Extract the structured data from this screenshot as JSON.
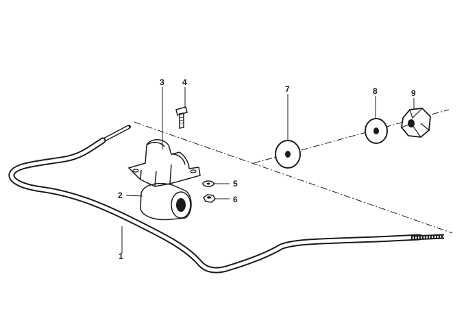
{
  "callouts": [
    {
      "id": "1",
      "label": "1"
    },
    {
      "id": "2",
      "label": "2"
    },
    {
      "id": "3",
      "label": "3"
    },
    {
      "id": "4",
      "label": "4"
    },
    {
      "id": "5",
      "label": "5"
    },
    {
      "id": "6",
      "label": "6"
    },
    {
      "id": "7",
      "label": "7"
    },
    {
      "id": "8",
      "label": "8"
    },
    {
      "id": "9",
      "label": "9"
    }
  ],
  "parts": [
    {
      "callout": "1",
      "icon": "stabilizer-bar-icon"
    },
    {
      "callout": "2",
      "icon": "rubber-bushing-icon"
    },
    {
      "callout": "3",
      "icon": "mounting-clamp-icon"
    },
    {
      "callout": "4",
      "icon": "bolt-icon"
    },
    {
      "callout": "5",
      "icon": "washer-small-icon"
    },
    {
      "callout": "6",
      "icon": "nut-small-icon"
    },
    {
      "callout": "7",
      "icon": "washer-large-icon"
    },
    {
      "callout": "8",
      "icon": "rubber-mount-icon"
    },
    {
      "callout": "9",
      "icon": "cap-nut-icon"
    }
  ],
  "colors": {
    "ink": "#1a1a1a",
    "background": "#ffffff"
  }
}
